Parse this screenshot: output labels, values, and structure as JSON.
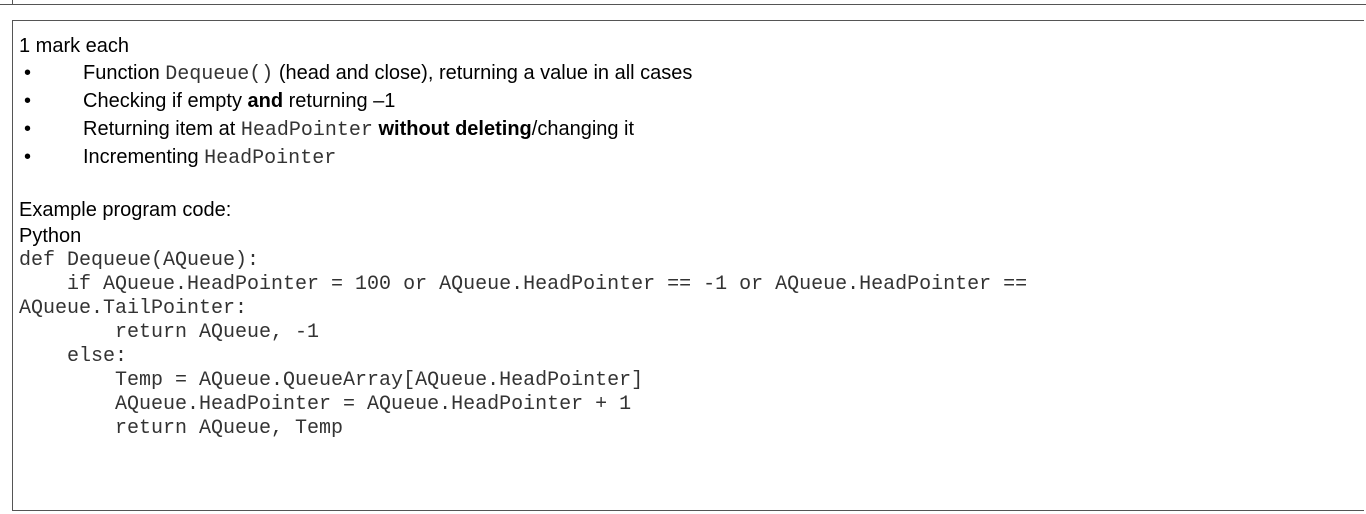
{
  "header": "1 mark each",
  "bullets": [
    {
      "parts": [
        {
          "t": "text",
          "v": "Function "
        },
        {
          "t": "code",
          "v": "Dequeue()"
        },
        {
          "t": "text",
          "v": " (head and close), returning a value in all cases"
        }
      ]
    },
    {
      "parts": [
        {
          "t": "text",
          "v": "Checking if empty "
        },
        {
          "t": "bold",
          "v": "and"
        },
        {
          "t": "text",
          "v": " returning –1"
        }
      ]
    },
    {
      "parts": [
        {
          "t": "text",
          "v": "Returning item at "
        },
        {
          "t": "code",
          "v": "HeadPointer"
        },
        {
          "t": "text",
          "v": " "
        },
        {
          "t": "bold",
          "v": "without deleting"
        },
        {
          "t": "text",
          "v": "/changing it"
        }
      ]
    },
    {
      "parts": [
        {
          "t": "text",
          "v": "Incrementing "
        },
        {
          "t": "code",
          "v": "HeadPointer"
        }
      ]
    }
  ],
  "example_label": "Example program code:",
  "language_label": "Python",
  "code_lines": [
    "def Dequeue(AQueue):",
    "    if AQueue.HeadPointer = 100 or AQueue.HeadPointer == -1 or AQueue.HeadPointer ==",
    "AQueue.TailPointer:",
    "        return AQueue, -1",
    "    else:",
    "        Temp = AQueue.QueueArray[AQueue.HeadPointer]",
    "        AQueue.HeadPointer = AQueue.HeadPointer + 1",
    "        return AQueue, Temp"
  ]
}
